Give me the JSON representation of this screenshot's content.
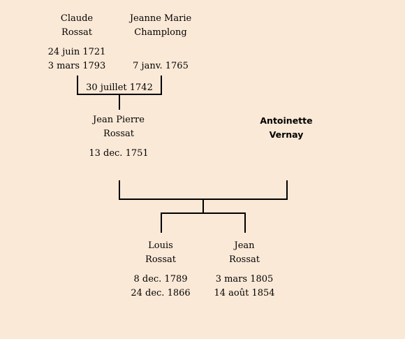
{
  "people": {
    "claude": {
      "first": "Claude",
      "last": "Rossat",
      "birth": "24 juin 1721",
      "death": "3 mars 1793"
    },
    "jeanne": {
      "first": "Jeanne Marie",
      "last": "Champlong",
      "death": "7 janv. 1765"
    },
    "marriage1": {
      "date": "30 juillet 1742"
    },
    "jean_pierre": {
      "first": "Jean Pierre",
      "last": "Rossat",
      "birth": "13 dec. 1751"
    },
    "antoinette": {
      "first": "Antoinette",
      "last": "Vernay"
    },
    "louis": {
      "first": "Louis",
      "last": "Rossat",
      "birth": "8 dec. 1789",
      "death": "24 dec. 1866"
    },
    "jean": {
      "first": "Jean",
      "last": "Rossat",
      "birth": "3 mars 1805",
      "death": "14 août 1854"
    }
  },
  "colors": {
    "background": "#fbe9d7",
    "text": "#000000",
    "lines": "#000000"
  }
}
